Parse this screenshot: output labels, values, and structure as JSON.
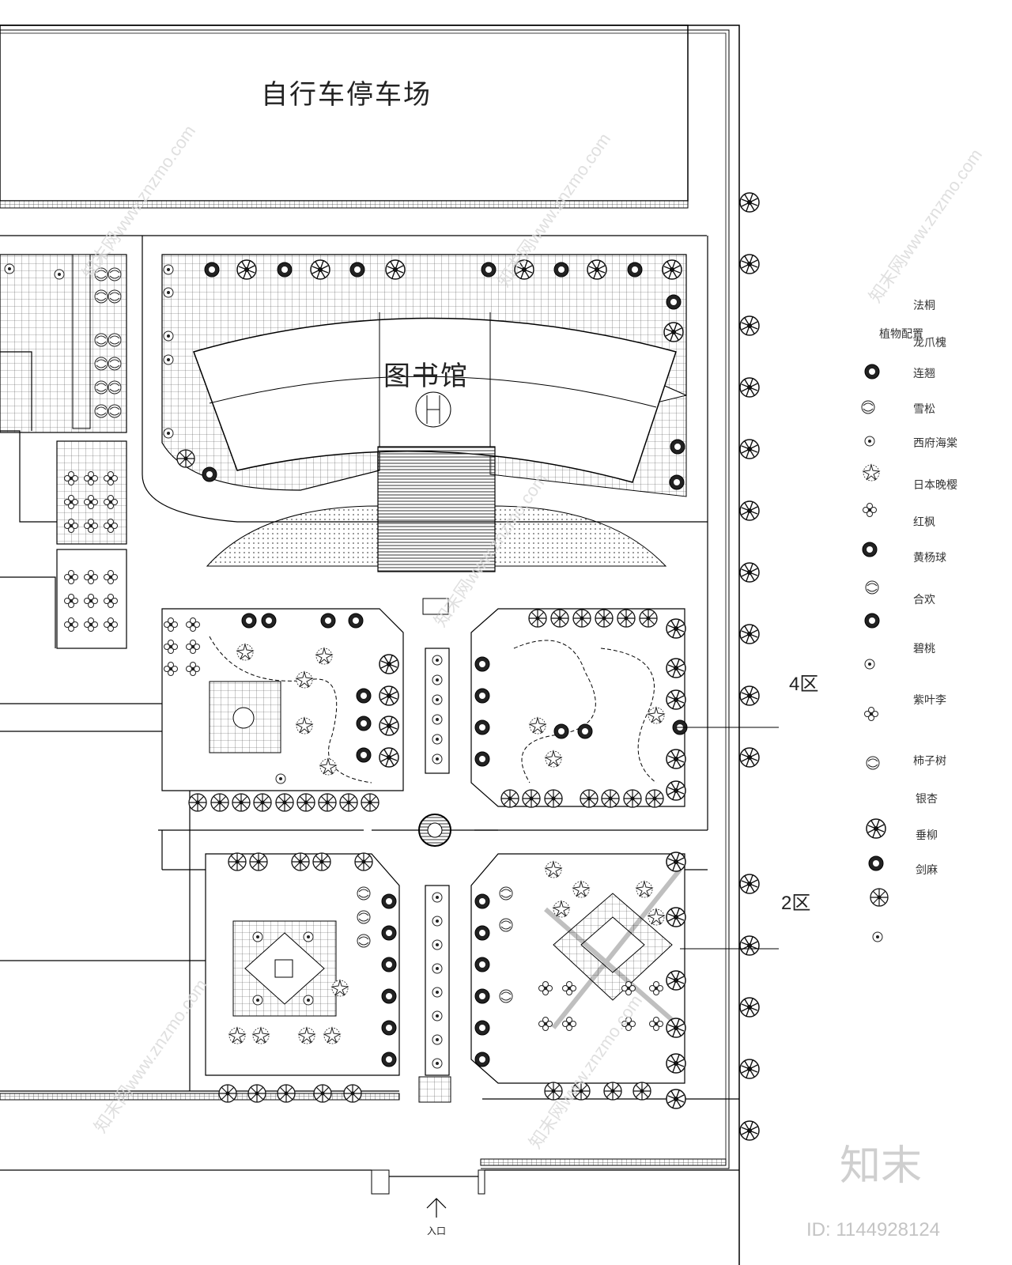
{
  "plan": {
    "bike_parking_label": "自行车停车场",
    "library_label": "图书馆",
    "zone_4_label": "4区",
    "zone_2_label": "2区",
    "entrance_label": "入口"
  },
  "legend": {
    "title": "植物配置",
    "items": [
      {
        "label": "法桐",
        "icon": "sycamore-icon"
      },
      {
        "label": "龙爪槐",
        "icon": "pagoda-tree-icon"
      },
      {
        "label": "连翘",
        "icon": "forsythia-icon"
      },
      {
        "label": "雪松",
        "icon": "cedar-icon"
      },
      {
        "label": "西府海棠",
        "icon": "crabapple-icon"
      },
      {
        "label": "日本晚樱",
        "icon": "cherry-icon"
      },
      {
        "label": "红枫",
        "icon": "red-maple-icon"
      },
      {
        "label": "黄杨球",
        "icon": "boxwood-ball-icon"
      },
      {
        "label": "合欢",
        "icon": "silk-tree-icon"
      },
      {
        "label": "碧桃",
        "icon": "peach-icon"
      },
      {
        "label": "紫叶李",
        "icon": "plum-icon"
      },
      {
        "label": "柿子树",
        "icon": "persimmon-icon"
      },
      {
        "label": "银杏",
        "icon": "ginkgo-icon"
      },
      {
        "label": "垂柳",
        "icon": "willow-icon"
      },
      {
        "label": "剑麻",
        "icon": "agave-icon"
      }
    ]
  },
  "watermark": {
    "text": "知末网www.znzmo.com",
    "brand": "知末",
    "id": "ID: 1144928124"
  }
}
